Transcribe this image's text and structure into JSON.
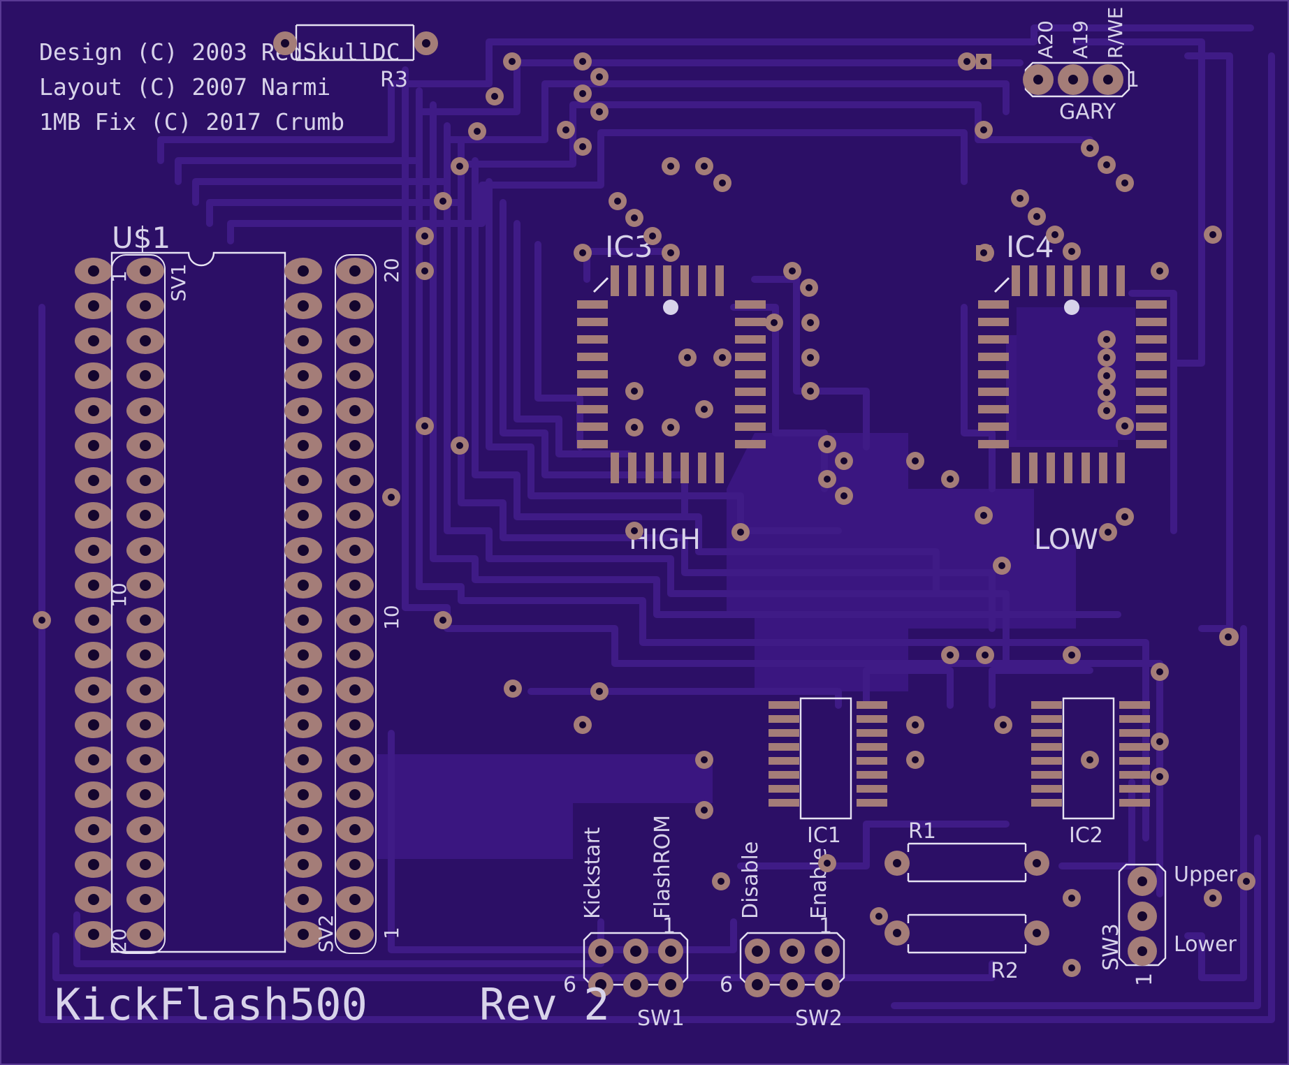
{
  "board": {
    "name": "KickFlash500 PCB layout",
    "colors": {
      "substrate": "#2c0f66",
      "trace": "#3f1b86",
      "copper": "#a47d78",
      "silkscreen": "#d8d3ea",
      "drill": "#14062e"
    }
  },
  "credits": [
    "Design (C) 2003 RedSkullDC",
    "Layout (C) 2007 Narmi",
    "1MB Fix (C) 2017 Crumb"
  ],
  "title": {
    "product": "KickFlash500",
    "revision": "Rev 2"
  },
  "parts": {
    "r3": "R3",
    "r1": "R1",
    "r2": "R2",
    "u1": "U$1",
    "sv1": "SV1",
    "sv2": "SV2",
    "ic3": "IC3",
    "ic4": "IC4",
    "ic1": "IC1",
    "ic2": "IC2",
    "sw1": "SW1",
    "sw2": "SW2",
    "sw3": "SW3",
    "gary": "GARY"
  },
  "chip_labels": {
    "high": "HIGH",
    "low": "LOW"
  },
  "pin_numbers": {
    "sv1_first": "1",
    "sv1_mid": "10",
    "sv1_last": "20",
    "sv2_first": "1",
    "sv2_mid": "10",
    "sv2_last": "20",
    "gary_pin": "1",
    "sw1_pin1": "1",
    "sw1_pin6": "6",
    "sw2_pin1": "1",
    "sw2_pin6": "6",
    "sw3_pin1": "1"
  },
  "gary_signals": [
    "A20",
    "A19",
    "R/WE"
  ],
  "sw1_options": [
    "Kickstart",
    "FlashROM"
  ],
  "sw2_options": [
    "Disable",
    "Enable"
  ],
  "sw3_options": [
    "Upper",
    "Lower"
  ]
}
